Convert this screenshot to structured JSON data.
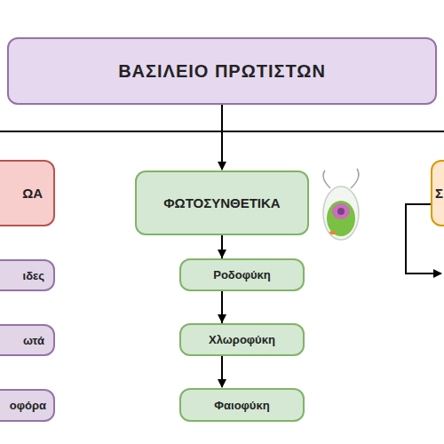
{
  "diagram": {
    "nodes": [
      {
        "text": [
          "ΒΑΣΙΛΕΙΟ ΠΡΩΤΙΣΤΩΝ"
        ]
      },
      {
        "text": [
          "ΩΑ"
        ]
      },
      {
        "text": [
          "ιδες"
        ]
      },
      {
        "text": [
          "ωτά"
        ]
      },
      {
        "text": [
          "οφόρα"
        ]
      },
      {
        "text": [
          "ΦΩΤΟΣΥΝΘΕΤΙΚΑ"
        ]
      },
      {
        "text": [
          "Ροδοφύκη"
        ]
      },
      {
        "text": [
          "Χλωροφύκη"
        ]
      },
      {
        "text": [
          "Φαιοφύκη"
        ]
      },
      {
        "text": [
          "Σ"
        ]
      }
    ],
    "edges": [
      {
        "from": 0,
        "to": 5,
        "arrow": "to"
      },
      {
        "from": 5,
        "to": 6,
        "arrow": "to"
      },
      {
        "from": 5,
        "to": 7,
        "arrow": "to"
      },
      {
        "from": 5,
        "to": 8,
        "arrow": "to"
      }
    ]
  }
}
